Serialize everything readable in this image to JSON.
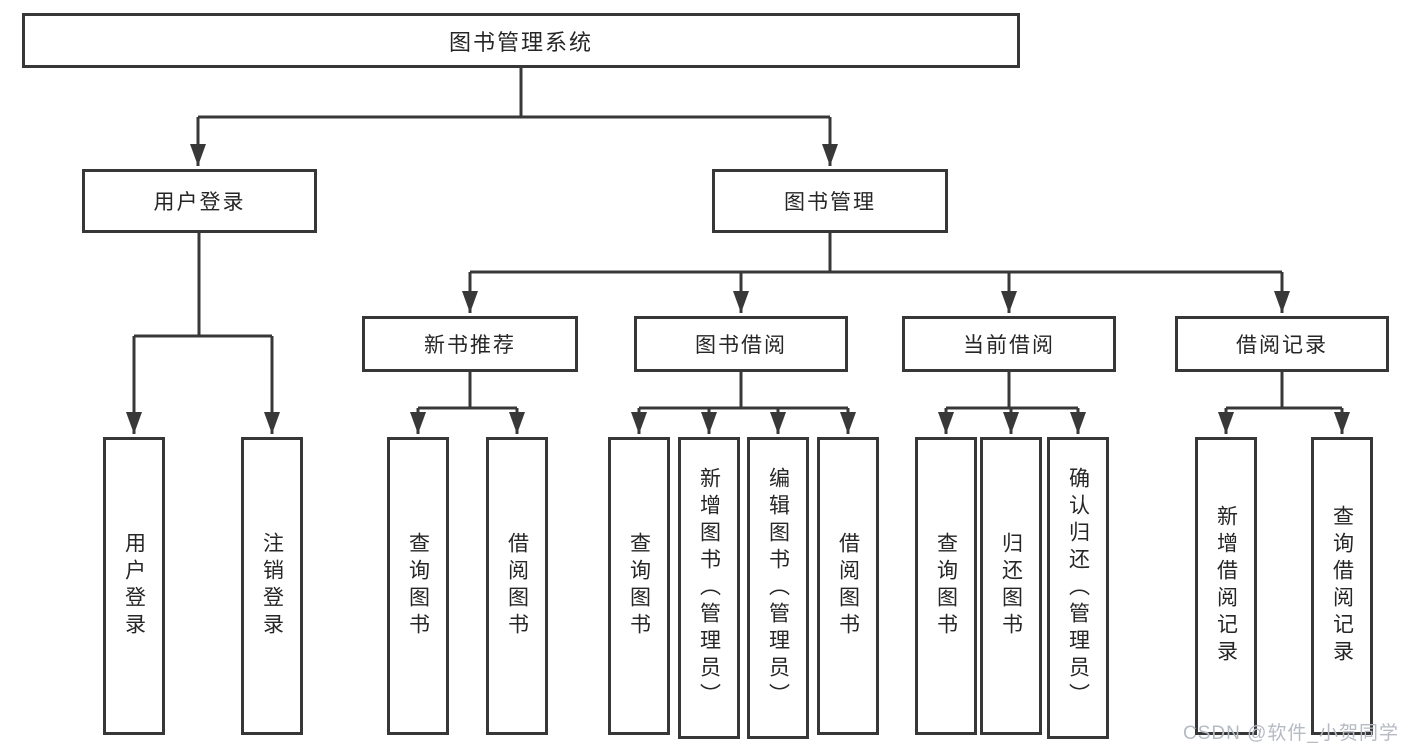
{
  "diagram_type": "function-structure-tree",
  "tree": {
    "root": {
      "label": "图书管理系统",
      "children": [
        {
          "label": "用户登录",
          "children": [
            {
              "label": "用户登录"
            },
            {
              "label": "注销登录"
            }
          ]
        },
        {
          "label": "图书管理",
          "children": [
            {
              "label": "新书推荐",
              "children": [
                {
                  "label": "查询图书"
                },
                {
                  "label": "借阅图书"
                }
              ]
            },
            {
              "label": "图书借阅",
              "children": [
                {
                  "label": "查询图书"
                },
                {
                  "label": "新增图书（管理员）"
                },
                {
                  "label": "编辑图书（管理员）"
                },
                {
                  "label": "借阅图书"
                }
              ]
            },
            {
              "label": "当前借阅",
              "children": [
                {
                  "label": "查询图书"
                },
                {
                  "label": "归还图书"
                },
                {
                  "label": "确认归还（管理员）"
                }
              ]
            },
            {
              "label": "借阅记录",
              "children": [
                {
                  "label": "新增借阅记录"
                },
                {
                  "label": "查询借阅记录"
                }
              ]
            }
          ]
        }
      ]
    }
  },
  "watermark": {
    "text": "CSDN @软件_小贺同学"
  },
  "colors": {
    "background": "#ffffff",
    "line": "#383838",
    "box_border": "#373737",
    "box_bg": "#ffffff",
    "text": "#262626",
    "watermark": "#b6bac2"
  }
}
